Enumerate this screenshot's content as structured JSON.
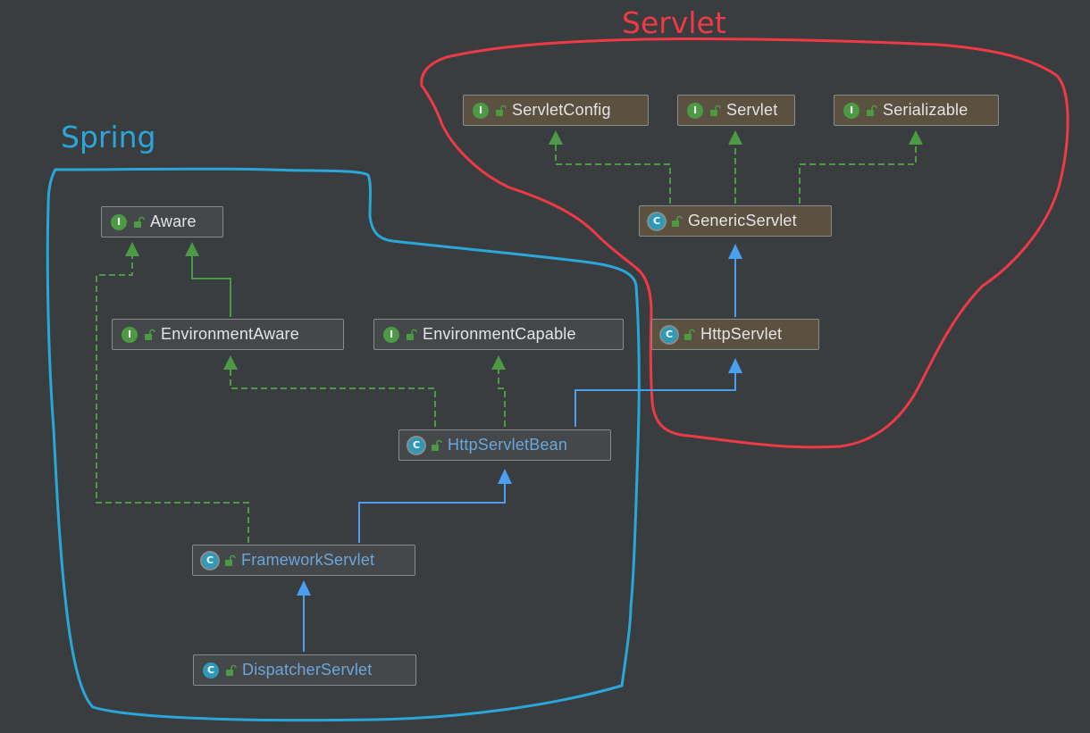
{
  "regions": {
    "servlet": {
      "label": "Servlet",
      "color": "#ee3a46"
    },
    "spring": {
      "label": "Spring",
      "color": "#2aa7d8"
    }
  },
  "colors": {
    "implements_edge": "#4c9a43",
    "extends_edge": "#4a9ff0",
    "library_node": "#5a5140",
    "project_node": "#45484b",
    "class_name_text": "#6aa6d9"
  },
  "nodes": {
    "servlet_config": {
      "label": "ServletConfig",
      "kind": "interface",
      "icon": "interface-icon"
    },
    "servlet": {
      "label": "Servlet",
      "kind": "interface",
      "icon": "interface-icon"
    },
    "serializable": {
      "label": "Serializable",
      "kind": "interface",
      "icon": "interface-icon"
    },
    "generic_servlet": {
      "label": "GenericServlet",
      "kind": "abstract-class",
      "icon": "abstract-class-icon"
    },
    "http_servlet": {
      "label": "HttpServlet",
      "kind": "abstract-class",
      "icon": "abstract-class-icon"
    },
    "aware": {
      "label": "Aware",
      "kind": "interface",
      "icon": "interface-icon"
    },
    "environment_aware": {
      "label": "EnvironmentAware",
      "kind": "interface",
      "icon": "interface-icon"
    },
    "environment_capable": {
      "label": "EnvironmentCapable",
      "kind": "interface",
      "icon": "interface-icon"
    },
    "http_servlet_bean": {
      "label": "HttpServletBean",
      "kind": "abstract-class",
      "icon": "abstract-class-icon"
    },
    "framework_servlet": {
      "label": "FrameworkServlet",
      "kind": "abstract-class",
      "icon": "abstract-class-icon"
    },
    "dispatcher_servlet": {
      "label": "DispatcherServlet",
      "kind": "class",
      "icon": "class-icon"
    }
  },
  "edges": [
    {
      "from": "GenericServlet",
      "to": "ServletConfig",
      "type": "implements"
    },
    {
      "from": "GenericServlet",
      "to": "Servlet",
      "type": "implements"
    },
    {
      "from": "GenericServlet",
      "to": "Serializable",
      "type": "implements"
    },
    {
      "from": "HttpServlet",
      "to": "GenericServlet",
      "type": "extends"
    },
    {
      "from": "EnvironmentAware",
      "to": "Aware",
      "type": "extends"
    },
    {
      "from": "HttpServletBean",
      "to": "EnvironmentAware",
      "type": "implements"
    },
    {
      "from": "HttpServletBean",
      "to": "EnvironmentCapable",
      "type": "implements"
    },
    {
      "from": "HttpServletBean",
      "to": "HttpServlet",
      "type": "extends"
    },
    {
      "from": "FrameworkServlet",
      "to": "HttpServletBean",
      "type": "extends"
    },
    {
      "from": "FrameworkServlet",
      "to": "Aware",
      "type": "implements"
    },
    {
      "from": "DispatcherServlet",
      "to": "FrameworkServlet",
      "type": "extends"
    }
  ]
}
